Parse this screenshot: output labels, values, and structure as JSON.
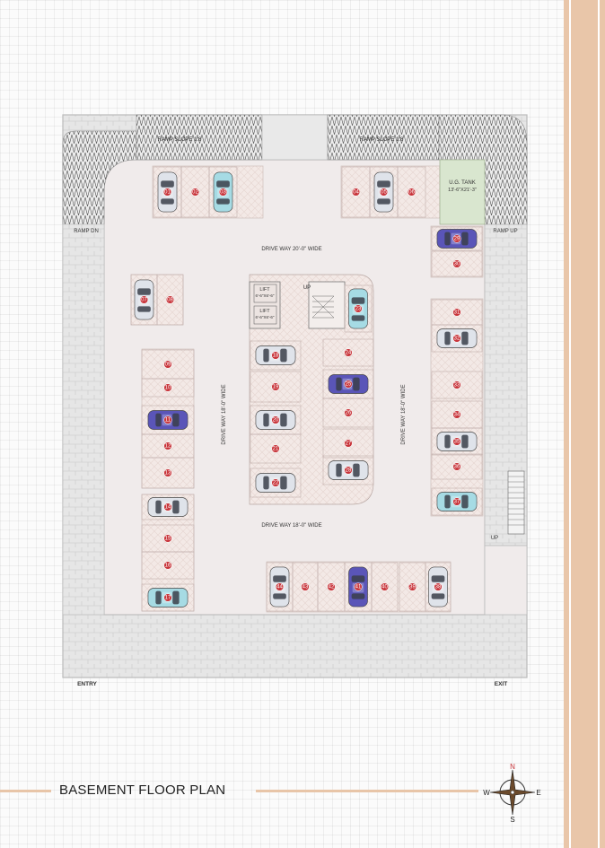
{
  "title": "BASEMENT FLOOR PLAN",
  "labels": {
    "ramp_slope_left": "RAMP SLOPE 1:8",
    "ramp_slope_right": "RAMP SLOPE 1:8",
    "ramp_dn": "RAMP DN",
    "ramp_up": "RAMP UP",
    "tank_line1": "U.G. TANK",
    "tank_line2": "13'-6\"X21'-3\"",
    "drive_top": "DRIVE WAY 20'-0\" WIDE",
    "drive_bottom": "DRIVE WAY 18'-0\" WIDE",
    "drive_left": "DRIVE WAY 18'-0\" WIDE",
    "drive_right": "DRIVE WAY 18'-0\" WIDE",
    "lift_name": "LIFT",
    "lift_size": "6'-6\"X6'-6\"",
    "up_stair": "UP",
    "up_right": "UP",
    "entry": "ENTRY",
    "exit": "EXIT"
  },
  "compass": {
    "n": "N",
    "s": "S",
    "e": "E",
    "w": "W"
  },
  "colors": {
    "car_blue": "#5a55b8",
    "car_silver": "#dfe3ea",
    "car_teal": "#a6dbe4",
    "marker_red": "#c8343a",
    "stripe": "#e9c6a9"
  },
  "spaces": [
    "01",
    "02",
    "03",
    "04",
    "05",
    "06",
    "07",
    "08",
    "09",
    "10",
    "11",
    "12",
    "13",
    "14",
    "15",
    "16",
    "17",
    "18",
    "19",
    "20",
    "21",
    "22",
    "23",
    "24",
    "25",
    "26",
    "27",
    "28",
    "29",
    "30",
    "31",
    "32",
    "33",
    "34",
    "35",
    "36",
    "37",
    "38",
    "39",
    "40",
    "41",
    "42",
    "43",
    "44"
  ]
}
